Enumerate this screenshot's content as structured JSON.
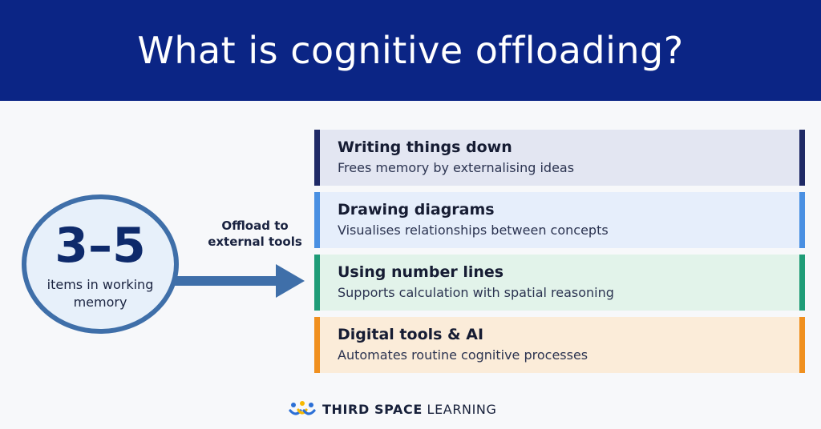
{
  "header": {
    "title": "What is cognitive offloading?"
  },
  "memory": {
    "range": "3–5",
    "caption": "items in working memory"
  },
  "offload": {
    "label": "Offload to external tools"
  },
  "cards": [
    {
      "title": "Writing things down",
      "description": "Frees memory by externalising ideas",
      "bg": "#e3e6f2",
      "accent": "#1f2a66"
    },
    {
      "title": "Drawing diagrams",
      "description": "Visualises relationships between concepts",
      "bg": "#e6eefb",
      "accent": "#4a90e2"
    },
    {
      "title": "Using number lines",
      "description": "Supports calculation with spatial reasoning",
      "bg": "#e2f3ea",
      "accent": "#1f9c77"
    },
    {
      "title": "Digital tools & AI",
      "description": "Automates routine cognitive processes",
      "bg": "#fbecd9",
      "accent": "#f0901f"
    }
  ],
  "footer": {
    "brand_bold": "THIRD SPACE",
    "brand_rest": " LEARNING"
  },
  "colors": {
    "header_bg": "#0b2585",
    "circle_border": "#3f6fa9",
    "arrow": "#3f6fa9",
    "logo_blue": "#2b6fd6",
    "logo_yellow": "#f6b800"
  }
}
